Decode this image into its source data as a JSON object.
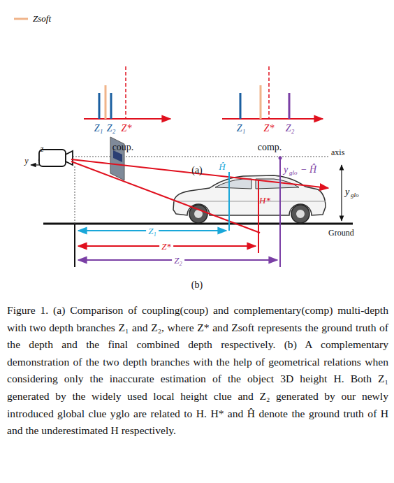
{
  "diagram": {
    "caption": "Figure 1. (a) Comparison of coupling(coup) and complementary(comp) multi-depth with two depth branches Z₁ and Z₂, where Z* and Zsoft represents the ground truth of the depth and the final combined depth respectively. (b) A complementary demonstration of the two depth branches with the help of geometrical relations when considering only the inaccurate estimation of the object 3D height H. Both Z₁ generated by the widely used local height clue and Z₂ generated by our newly introduced global clue yglo are related to H. H* and Ĥ denote the ground truth of H and the underestimated H respectively.",
    "labels": [
      "Z₁",
      "Z₂",
      "Z*",
      "coup.",
      "Z₁",
      "Z*",
      "Z₂",
      "comp.",
      "(a)",
      "z",
      "y",
      "axis",
      "Ĥ",
      "y",
      "glo",
      "− Ĥ",
      "H*",
      "y",
      "glo",
      "Ground",
      "Z₁",
      "Z*",
      "Z₂",
      "(b)"
    ],
    "legend": [
      {
        "text": "Zsoft"
      }
    ]
  }
}
